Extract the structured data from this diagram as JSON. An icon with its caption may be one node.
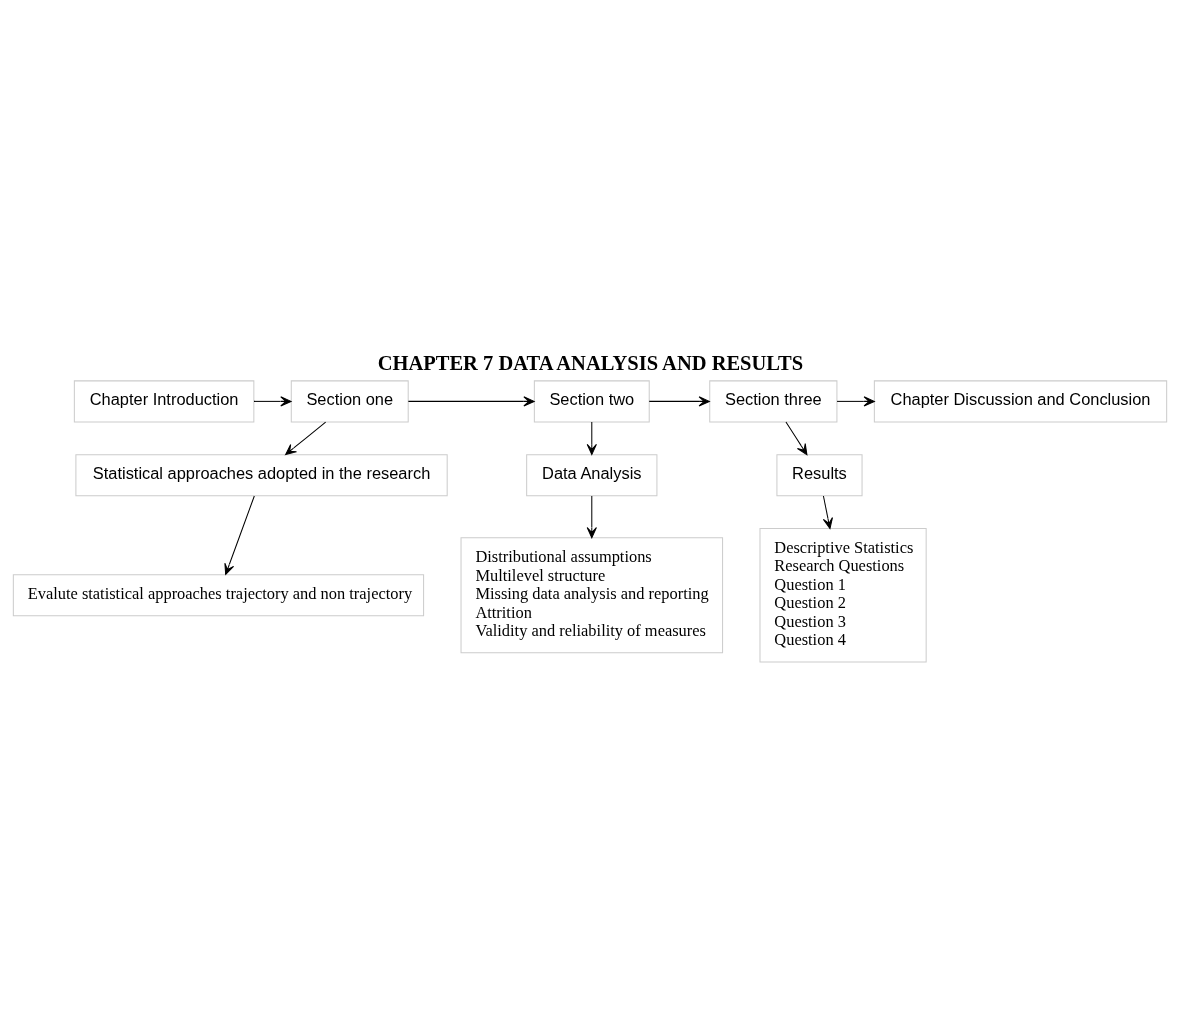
{
  "diagram": {
    "title": "CHAPTER 7 DATA ANALYSIS AND RESULTS",
    "nodes": [
      {
        "text": [
          "Chapter Introduction"
        ]
      },
      {
        "text": [
          "Section one"
        ]
      },
      {
        "text": [
          "Section two"
        ]
      },
      {
        "text": [
          "Section three"
        ]
      },
      {
        "text": [
          "Chapter Discussion and Conclusion"
        ]
      },
      {
        "text": [
          "Statistical approaches adopted in the research"
        ]
      },
      {
        "text": [
          "Data Analysis"
        ]
      },
      {
        "text": [
          "Results"
        ]
      },
      {
        "text": [
          "Evalute statistical approaches trajectory and non trajectory"
        ]
      },
      {
        "text": [
          "Distributional assumptions",
          "Multilevel structure",
          "Missing data analysis and reporting",
          "Attrition",
          "Validity and reliability of measures"
        ]
      },
      {
        "text": [
          "Descriptive Statistics",
          "Research Questions",
          "Question 1",
          "Question 2",
          "Question 3",
          "Question 4"
        ]
      }
    ],
    "edges": [
      {
        "from": 0,
        "to": 1,
        "arrow": "to"
      },
      {
        "from": 1,
        "to": 2,
        "arrow": "to"
      },
      {
        "from": 2,
        "to": 3,
        "arrow": "to"
      },
      {
        "from": 3,
        "to": 4,
        "arrow": "to"
      },
      {
        "from": 1,
        "to": 5,
        "arrow": "to"
      },
      {
        "from": 2,
        "to": 6,
        "arrow": "to"
      },
      {
        "from": 3,
        "to": 7,
        "arrow": "to"
      },
      {
        "from": 5,
        "to": 8,
        "arrow": "to"
      },
      {
        "from": 6,
        "to": 9,
        "arrow": "to"
      },
      {
        "from": 7,
        "to": 10,
        "arrow": "to"
      }
    ]
  }
}
